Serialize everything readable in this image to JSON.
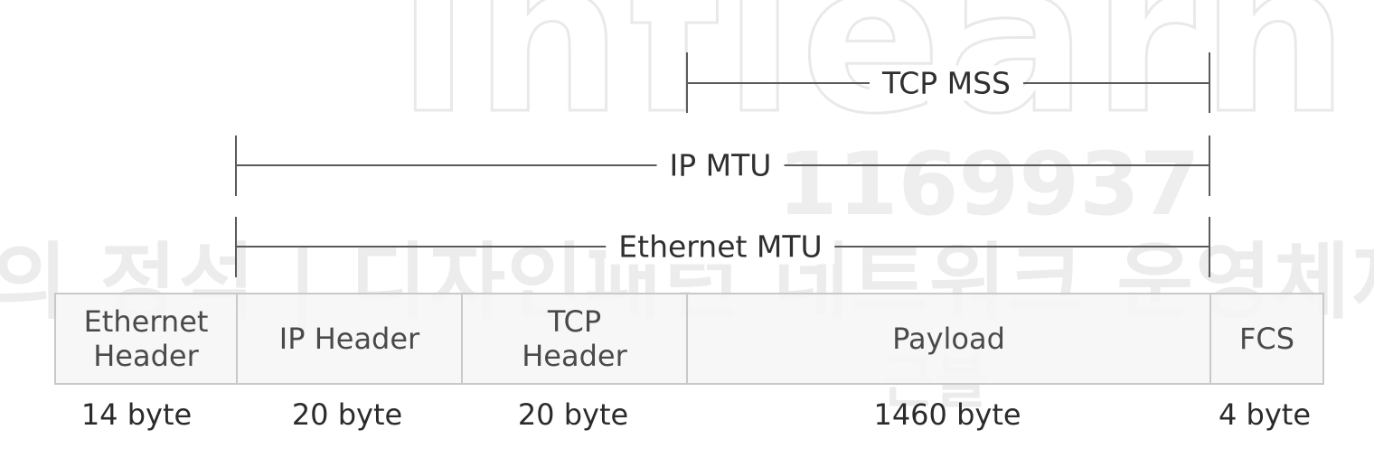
{
  "watermark": {
    "brand": "inflearn",
    "number": "1169937",
    "caption": "의 정석 | 디자인패턴 네트워크 운영체제",
    "caption2": "근불"
  },
  "brackets": [
    {
      "label": "TCP MSS"
    },
    {
      "label": "IP MTU"
    },
    {
      "label": "Ethernet MTU"
    }
  ],
  "frame_fields": [
    {
      "label": "Ethernet\nHeader",
      "size": "14 byte"
    },
    {
      "label": "IP Header",
      "size": "20 byte"
    },
    {
      "label": "TCP\nHeader",
      "size": "20 byte"
    },
    {
      "label": "Payload",
      "size": "1460 byte"
    },
    {
      "label": "FCS",
      "size": "4 byte"
    }
  ],
  "colors": {
    "line": "#5a5a5a",
    "cell_border": "#c9c9c9",
    "cell_fill": "#f6f6f6",
    "watermark": "#ececec"
  }
}
